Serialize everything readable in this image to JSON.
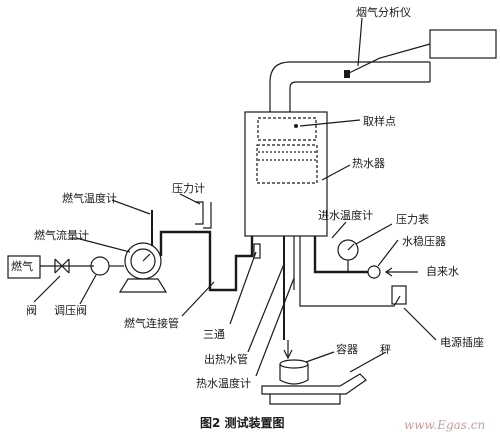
{
  "diagram": {
    "labels": {
      "gas_analyzer": "烟气分析仪",
      "sampling_point": "取样点",
      "water_heater": "热水器",
      "gas_temp_meter": "燃气温度计",
      "pressure_meter": "压力计",
      "gas_flow_meter": "燃气流量计",
      "gas": "燃气",
      "valve": "阀",
      "pressure_reg_valve": "调压阀",
      "gas_connection_pipe": "燃气连接管",
      "tee": "三通",
      "hot_water_outlet": "出热水管",
      "hot_water_temp_meter": "热水温度计",
      "inlet_water_temp_meter": "进水温度计",
      "pressure_gauge": "压力表",
      "water_stabilizer": "水稳压器",
      "tap_water": "自来水",
      "power_socket": "电源插座",
      "container": "容器",
      "scale": "秤"
    },
    "caption": "图2  测试装置图",
    "watermark": "www.Egas.cn"
  }
}
